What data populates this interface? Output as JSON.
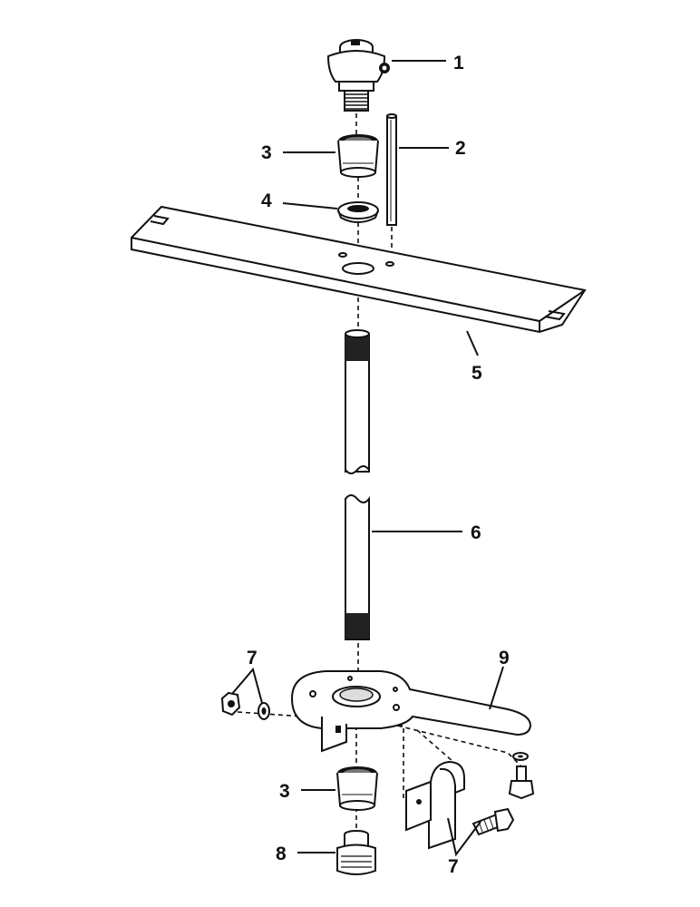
{
  "callouts": {
    "c1": "1",
    "c2": "2",
    "c3_top": "3",
    "c4": "4",
    "c5": "5",
    "c6": "6",
    "c7_top": "7",
    "c7_bottom": "7",
    "c8": "8",
    "c9": "9",
    "c3_bottom": "3"
  },
  "colors": {
    "ink": "#111111",
    "paper": "#ffffff",
    "shade": "#555555"
  }
}
